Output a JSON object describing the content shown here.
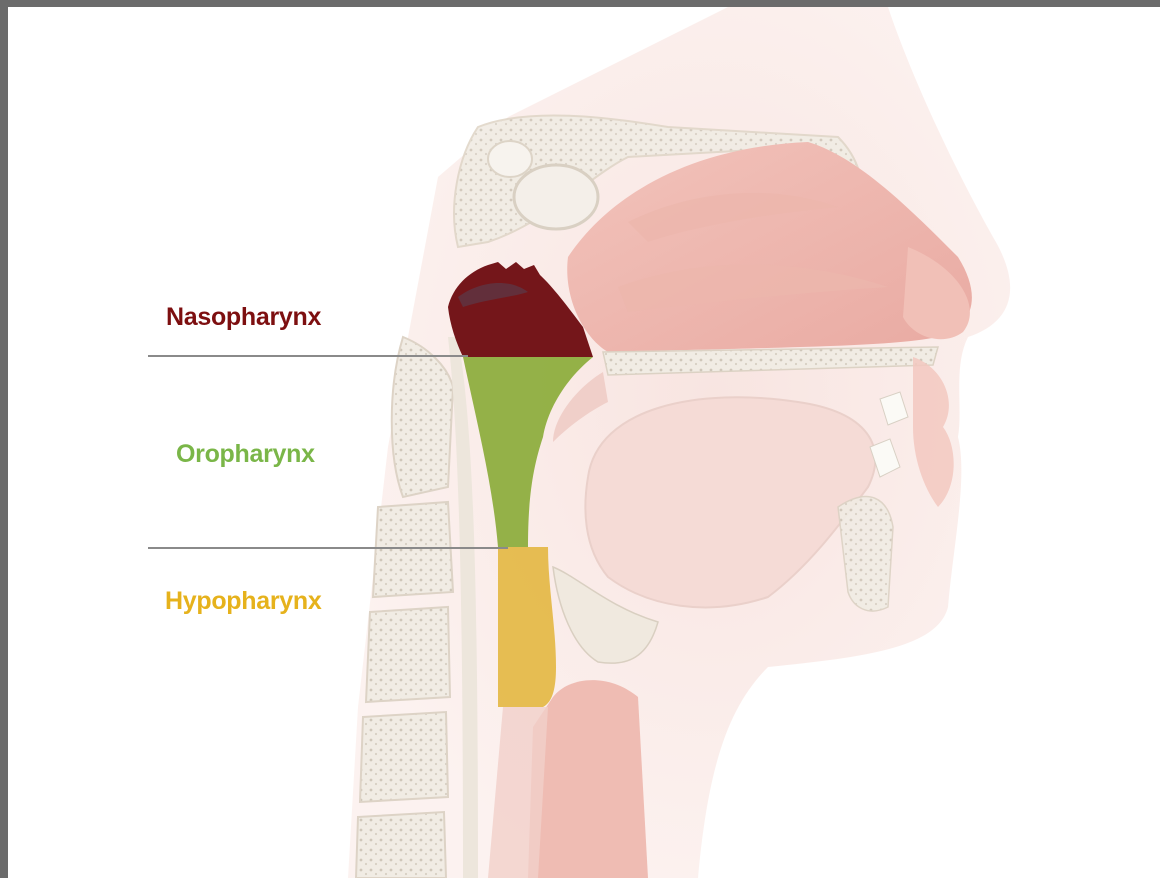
{
  "labels": {
    "nasopharynx": "Nasopharynx",
    "oropharynx": "Oropharynx",
    "hypopharynx": "Hypopharynx"
  },
  "colors": {
    "nasopharynx": "#7d0f10",
    "oropharynx": "#7ab648",
    "hypopharynx": "#e6b21c"
  }
}
